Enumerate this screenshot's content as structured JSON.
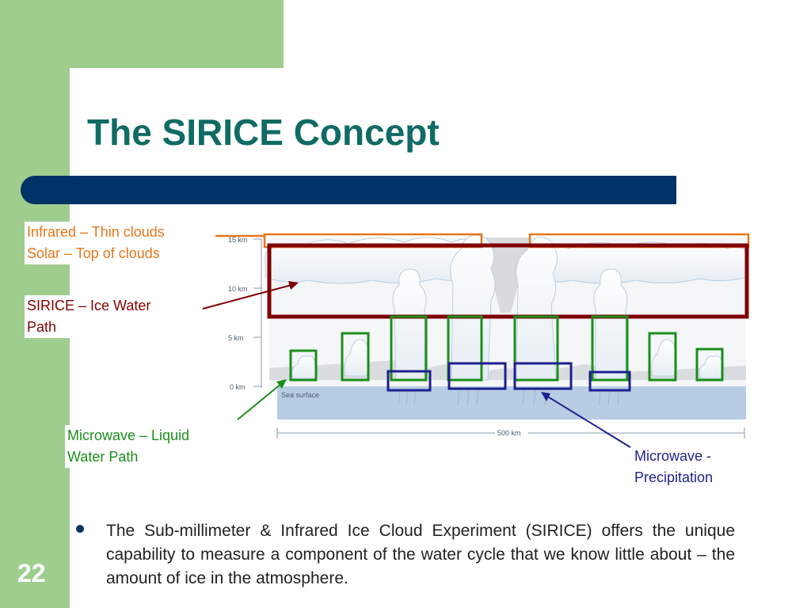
{
  "slide": {
    "title": "The SIRICE Concept",
    "page_number": "22"
  },
  "diagram": {
    "altitude_labels": [
      "15 km",
      "10 km",
      "5 km",
      "0 km"
    ],
    "sea_surface_label": "Sea surface",
    "scale_label": "500 km",
    "callouts": {
      "infrared": "Infrared – Thin clouds",
      "solar": "Solar – Top of clouds",
      "sirice_line1": "SIRICE – Ice Water",
      "sirice_line2": "Path",
      "mw_liquid_line1": "Microwave – Liquid",
      "mw_liquid_line2": "Water Path",
      "mw_precip_line1": "Microwave -",
      "mw_precip_line2": "Precipitation"
    },
    "colors": {
      "infrared_solar": "#e8761a",
      "sirice": "#800000",
      "microwave_liquid": "#1a8f1a",
      "microwave_precip": "#1f1f8f"
    }
  },
  "bullet": {
    "text": "The Sub-millimeter & Infrared Ice Cloud Experiment (SIRICE) offers the unique capability to measure a component of the water cycle that we know little about – the amount of ice in the atmosphere."
  }
}
